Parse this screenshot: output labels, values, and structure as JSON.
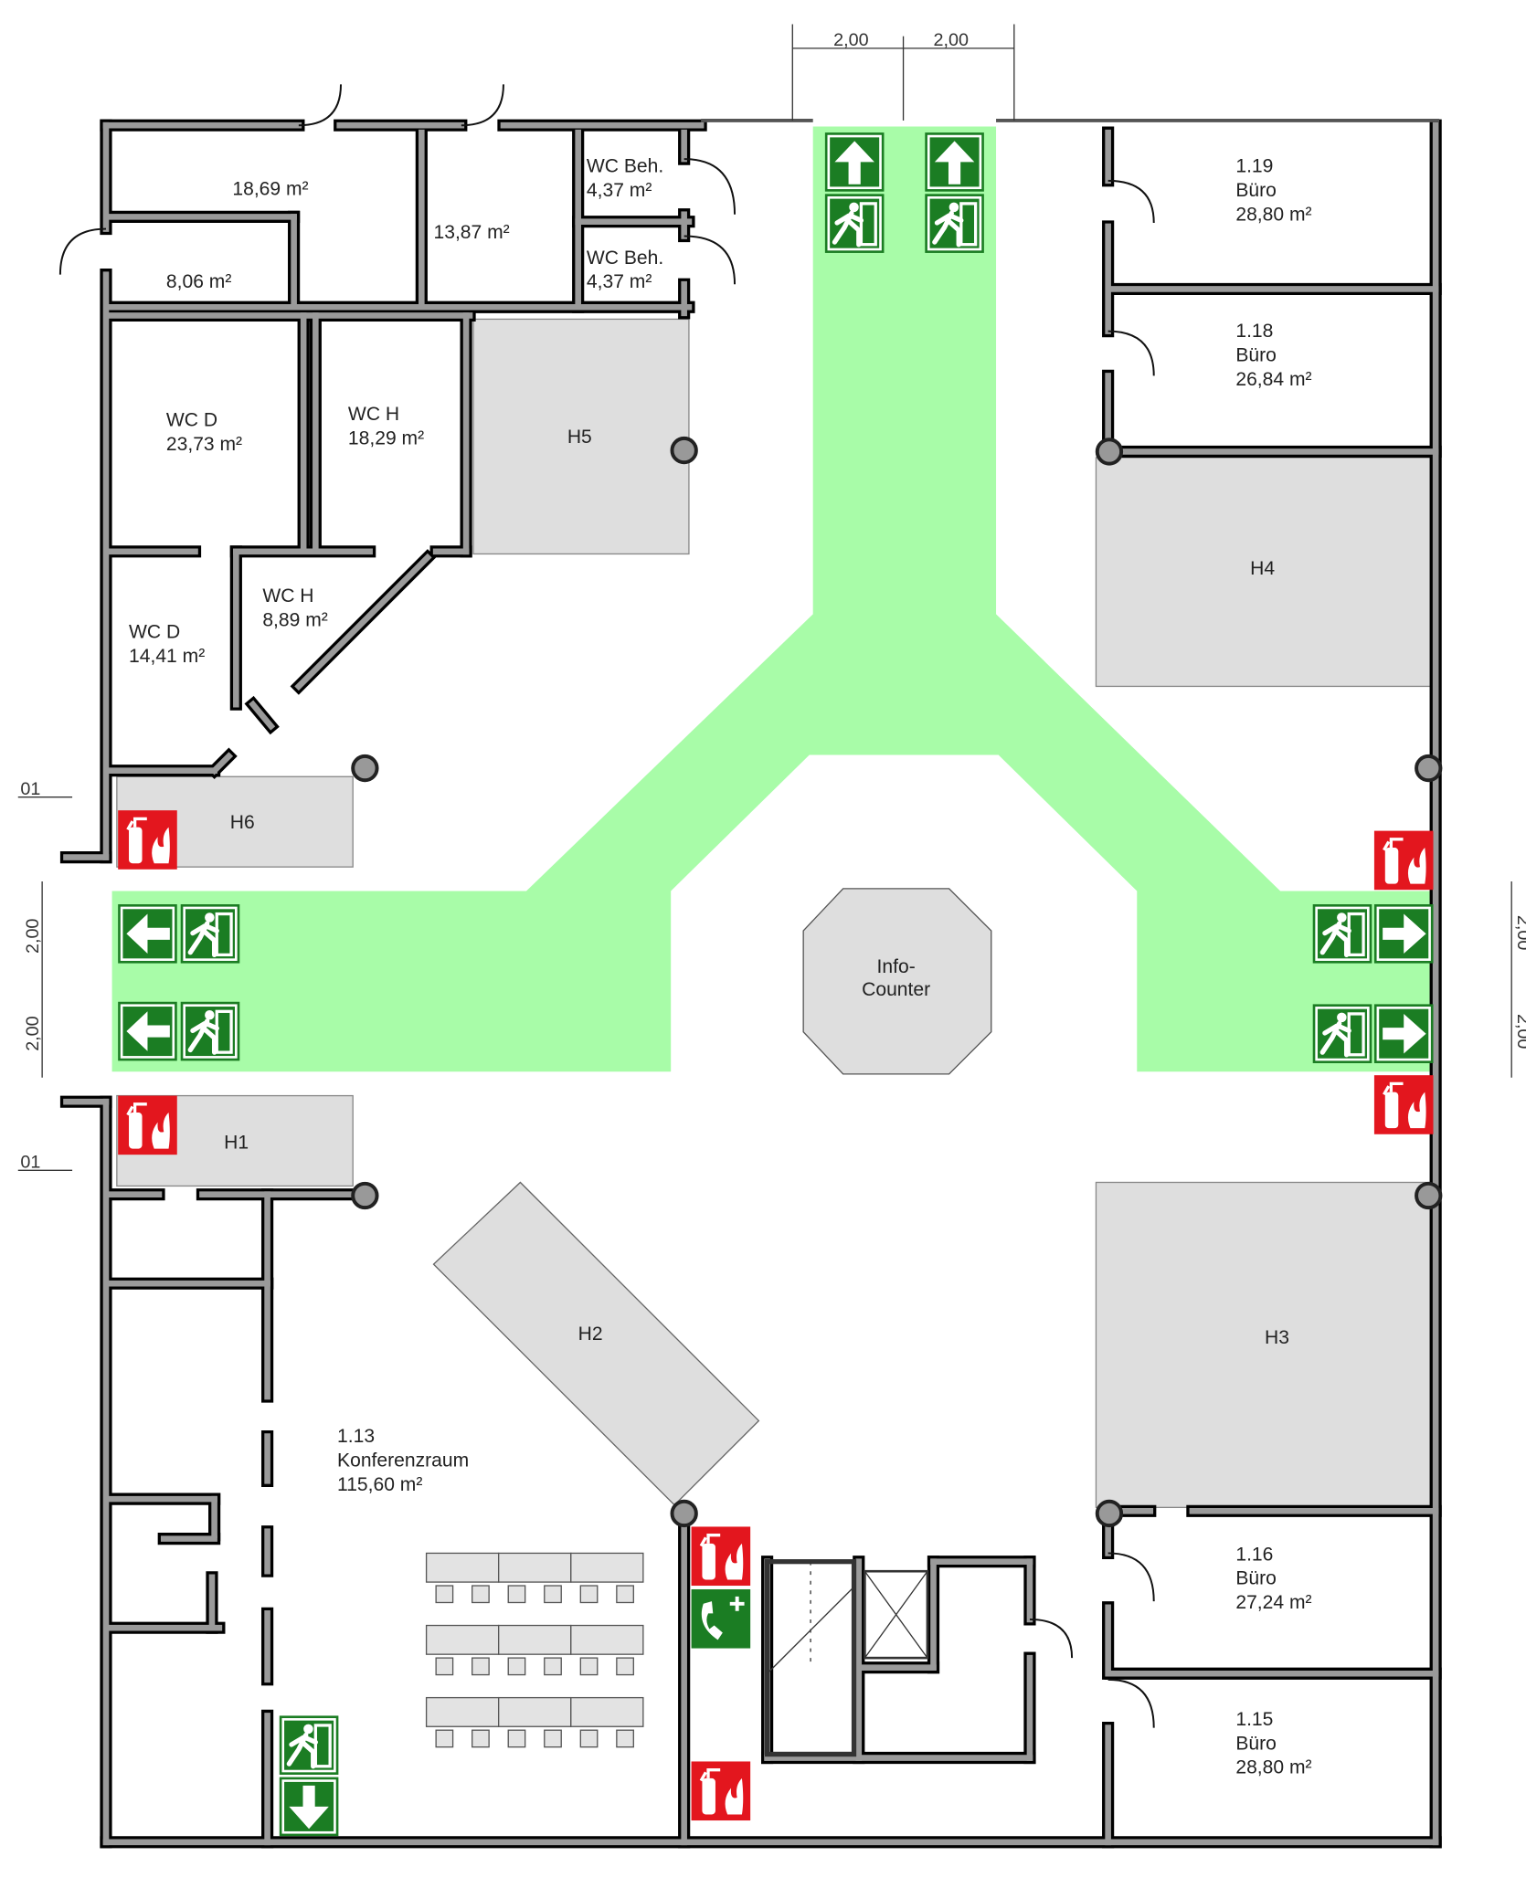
{
  "colors": {
    "escape_route": "#a8fca8",
    "exit_sign": "#1b7d23",
    "fire_sign": "#e3161e",
    "furniture": "#dedede",
    "wall": "#9a9a9a"
  },
  "dimensions": {
    "door_width": "2,00",
    "axis": "01"
  },
  "rooms": [
    {
      "id": "r1869",
      "lines": [
        "18,69 m²"
      ]
    },
    {
      "id": "r806",
      "lines": [
        "8,06 m²"
      ]
    },
    {
      "id": "r1387",
      "lines": [
        "13,87 m²"
      ]
    },
    {
      "id": "wcbeh1",
      "lines": [
        "WC Beh.",
        "4,37 m²"
      ]
    },
    {
      "id": "wcbeh2",
      "lines": [
        "WC Beh.",
        "4,37 m²"
      ]
    },
    {
      "id": "wcd1",
      "lines": [
        "WC D",
        "23,73 m²"
      ]
    },
    {
      "id": "wch1",
      "lines": [
        "WC H",
        "18,29 m²"
      ]
    },
    {
      "id": "wch2",
      "lines": [
        "WC H",
        "8,89 m²"
      ]
    },
    {
      "id": "wcd2",
      "lines": [
        "WC D",
        "14,41 m²"
      ]
    },
    {
      "id": "b119",
      "lines": [
        "1.19",
        "Büro",
        "28,80 m²"
      ]
    },
    {
      "id": "b118",
      "lines": [
        "1.18",
        "Büro",
        "26,84 m²"
      ]
    },
    {
      "id": "b116",
      "lines": [
        "1.16",
        "Büro",
        "27,24 m²"
      ]
    },
    {
      "id": "b115",
      "lines": [
        "1.15",
        "Büro",
        "28,80 m²"
      ]
    },
    {
      "id": "k113",
      "lines": [
        "1.13",
        "Konferenzraum",
        "115,60 m²"
      ]
    }
  ],
  "stands": [
    "H1",
    "H2",
    "H3",
    "H4",
    "H5",
    "H6"
  ],
  "info_counter": [
    "Info-",
    "Counter"
  ]
}
